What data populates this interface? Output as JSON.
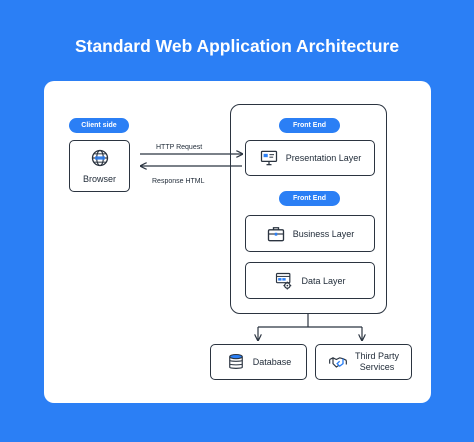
{
  "title": "Standard Web Application Architecture",
  "client": {
    "tag": "Client side",
    "browser_label": "Browser"
  },
  "arrows": {
    "request_label": "HTTP Request",
    "response_label": "Response HTML"
  },
  "frontend": {
    "tag_top": "Front End",
    "tag_mid": "Front End",
    "presentation_label": "Presentation Layer",
    "business_label": "Business Layer",
    "data_label": "Data Layer"
  },
  "bottom": {
    "database_label": "Database",
    "third_party_line1": "Third Party",
    "third_party_line2": "Services"
  },
  "colors": {
    "background": "#2b7ff5",
    "accent": "#2b7ff5",
    "card": "#ffffff",
    "stroke": "#2b3440"
  },
  "icons": {
    "browser": "globe-icon",
    "presentation": "presentation-board-icon",
    "business": "briefcase-icon",
    "data": "data-gear-icon",
    "database": "database-icon",
    "third_party": "handshake-icon"
  }
}
